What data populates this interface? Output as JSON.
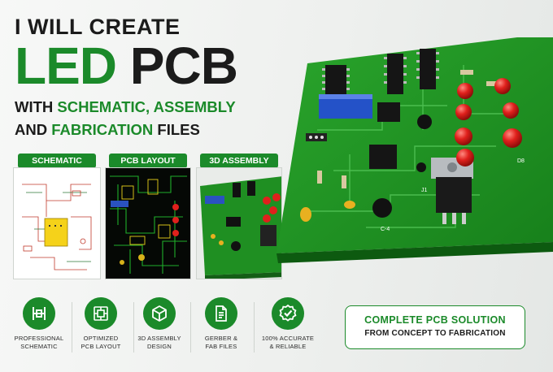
{
  "headline": {
    "line1": "I WILL CREATE",
    "line2_green": "LED",
    "line2_dark": "PCB",
    "line3_prefix": "WITH ",
    "line3_green": "SCHEMATIC, ASSEMBLY",
    "line4_prefix": "AND ",
    "line4_green": "FABRICATION",
    "line4_suffix": " FILES"
  },
  "panels": [
    {
      "label": "SCHEMATIC"
    },
    {
      "label": "PCB LAYOUT"
    },
    {
      "label": "3D ASSEMBLY"
    }
  ],
  "features": [
    {
      "icon": "schematic-icon",
      "line1": "PROFESSIONAL",
      "line2": "SCHEMATIC"
    },
    {
      "icon": "chip-layout-icon",
      "line1": "OPTIMIZED",
      "line2": "PCB LAYOUT"
    },
    {
      "icon": "cube-icon",
      "line1": "3D ASSEMBLY",
      "line2": "DESIGN"
    },
    {
      "icon": "document-icon",
      "line1": "GERBER &",
      "line2": "FAB FILES"
    },
    {
      "icon": "check-badge-icon",
      "line1": "100% ACCURATE",
      "line2": "& RELIABLE"
    }
  ],
  "cta": {
    "line1": "COMPLETE PCB SOLUTION",
    "line2": "FROM CONCEPT TO FABRICATION"
  },
  "board_labels": [
    "J1",
    "C-4",
    "D8"
  ],
  "colors": {
    "brand_green": "#1b8a2a",
    "board_green": "#1f8f22",
    "led_red": "#e0201c",
    "text_dark": "#1b1b1b"
  }
}
